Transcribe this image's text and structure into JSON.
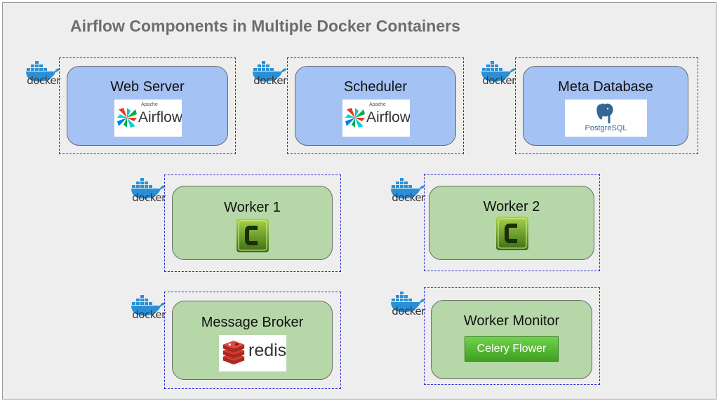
{
  "title": "Airflow Components in Multiple Docker Containers",
  "docker_label": "docker",
  "colors": {
    "server_fill": "#a4c2f4",
    "worker_fill": "#b6d7a8",
    "container_border": "#2b2bd9",
    "docker_blue": "#2a8fd6"
  },
  "components": {
    "web_server": {
      "label": "Web Server",
      "logo_text": "Airflow",
      "logo_sub": "Apache"
    },
    "scheduler": {
      "label": "Scheduler",
      "logo_text": "Airflow",
      "logo_sub": "Apache"
    },
    "meta_database": {
      "label": "Meta Database",
      "logo_text": "PostgreSQL"
    },
    "worker_1": {
      "label": "Worker 1",
      "logo_icon": "celery-icon"
    },
    "worker_2": {
      "label": "Worker 2",
      "logo_icon": "celery-icon"
    },
    "message_broker": {
      "label": "Message Broker",
      "logo_text": "redis"
    },
    "worker_monitor": {
      "label": "Worker Monitor",
      "logo_text": "Celery Flower"
    }
  }
}
